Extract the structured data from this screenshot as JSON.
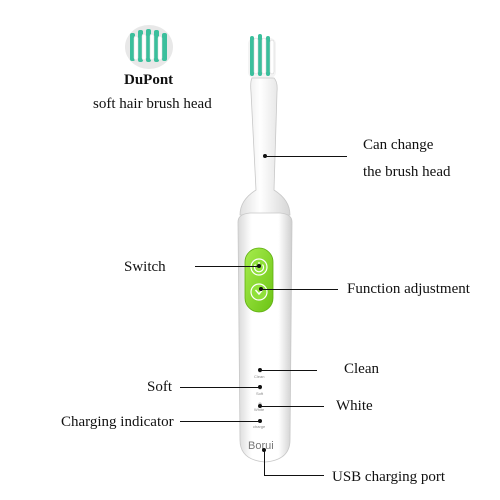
{
  "callouts": {
    "dupont": "DuPont",
    "soft_hair": "soft hair brush head",
    "can_change": "Can change",
    "the_brush_head": "the brush head",
    "switch": "Switch",
    "function_adjustment": "Function adjustment",
    "clean": "Clean",
    "soft": "Soft",
    "white": "White",
    "charging_indicator": "Charging indicator",
    "usb_port": "USB charging port"
  },
  "device": {
    "brand": "Borui",
    "mode_labels": {
      "clean": "Clean",
      "soft": "Soft",
      "white": "White",
      "charge": "charge"
    }
  },
  "colors": {
    "button_green": "#7fd323",
    "bristle_teal": "#3bbf9c",
    "body_white": "#fdfdfd"
  }
}
